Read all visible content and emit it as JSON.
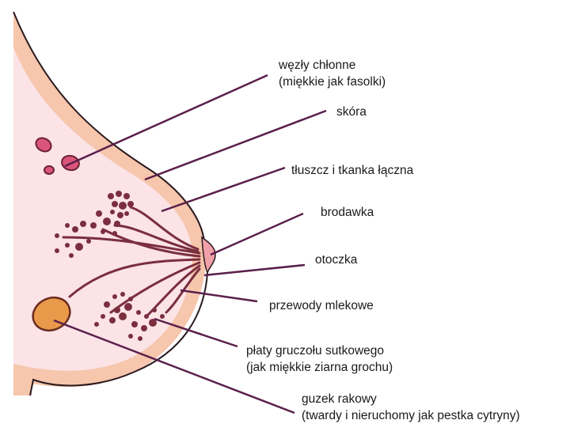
{
  "diagram": {
    "subject": "breast anatomy cross-section",
    "colors": {
      "inner_tissue": "#fbe3e6",
      "fat_layer": "#f6c6ad",
      "outline": "#2a1a1e",
      "leader_line": "#5a1f4a",
      "ducts_lobules": "#7a2e3e",
      "lymph_nodes": "#d9557a",
      "nipple": "#f0a0a8",
      "tumor": "#e89a4a"
    },
    "labels": [
      {
        "id": "lymph-nodes",
        "line1": "węzły chłonne",
        "line2": "(miękkie jak fasolki)"
      },
      {
        "id": "skin",
        "line1": "skóra"
      },
      {
        "id": "fat-connective",
        "line1": "tłuszcz i tkanka łączna"
      },
      {
        "id": "nipple",
        "line1": "brodawka"
      },
      {
        "id": "areola",
        "line1": "otoczka"
      },
      {
        "id": "milk-ducts",
        "line1": "przewody mlekowe"
      },
      {
        "id": "lobules",
        "line1": "płaty gruczołu sutkowego",
        "line2": "(jak miękkie ziarna grochu)"
      },
      {
        "id": "tumor",
        "line1": "guzek rakowy",
        "line2": "(twardy i nieruchomy jak pestka cytryny)"
      }
    ]
  }
}
